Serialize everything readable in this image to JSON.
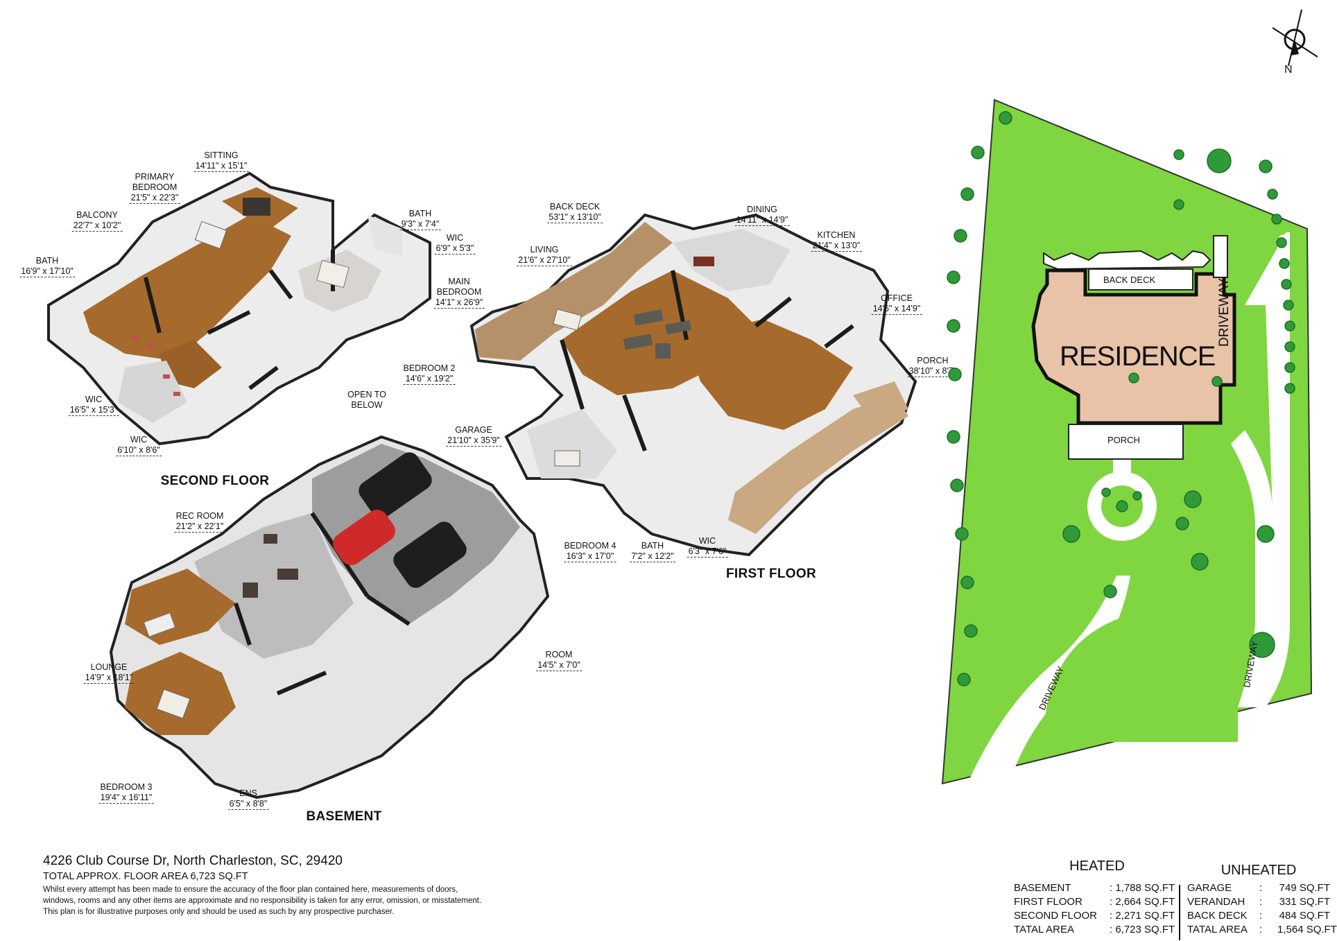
{
  "compass": {
    "label": "N"
  },
  "floors": {
    "second": {
      "title": "SECOND FLOOR"
    },
    "first": {
      "title": "FIRST FLOOR"
    },
    "basement": {
      "title": "BASEMENT"
    }
  },
  "rooms": {
    "sitting": {
      "name": "SITTING",
      "dim": "14'11\" x 15'1\""
    },
    "primary_bedroom": {
      "name1": "PRIMARY",
      "name2": "BEDROOM",
      "dim": "21'5\" x 22'3\""
    },
    "balcony": {
      "name": "BALCONY",
      "dim": "22'7\" x 10'2\""
    },
    "bath_2f": {
      "name": "BATH",
      "dim": "16'9\" x 17'10\""
    },
    "wic_2f_a": {
      "name": "WIC",
      "dim": "16'5\" x 15'3\""
    },
    "wic_2f_b": {
      "name": "WIC",
      "dim": "6'10\" x 8'6\""
    },
    "bath_2f_b": {
      "name": "BATH",
      "dim": "9'3\" x 7'4\""
    },
    "wic_2f_c": {
      "name": "WIC",
      "dim": "6'9\" x 5'3\""
    },
    "main_bedroom": {
      "name1": "MAIN",
      "name2": "BEDROOM",
      "dim": "14'1\" x 26'9\""
    },
    "bedroom2": {
      "name": "BEDROOM 2",
      "dim": "14'6\" x 19'2\""
    },
    "open_below": {
      "name1": "OPEN TO",
      "name2": "BELOW"
    },
    "back_deck": {
      "name": "BACK DECK",
      "dim": "53'1\" x 13'10\""
    },
    "dining": {
      "name": "DINING",
      "dim": "14'11\" x 14'9\""
    },
    "living": {
      "name": "LIVING",
      "dim": "21'6\" x 27'10\""
    },
    "kitchen": {
      "name": "KITCHEN",
      "dim": "21'4\" x 13'0\""
    },
    "office": {
      "name": "OFFICE",
      "dim": "14'6\" x 14'9\""
    },
    "porch": {
      "name": "PORCH",
      "dim": "38'10\" x 8'7\""
    },
    "bedroom4": {
      "name": "BEDROOM 4",
      "dim": "16'3\" x 17'0\""
    },
    "bath_1f": {
      "name": "BATH",
      "dim": "7'2\" x 12'2\""
    },
    "wic_1f": {
      "name": "WIC",
      "dim": "6'3\" x 7'6\""
    },
    "garage": {
      "name": "GARAGE",
      "dim": "21'10\" x 35'9\""
    },
    "rec_room": {
      "name": "REC ROOM",
      "dim": "21'2\" x 22'1\""
    },
    "lounge": {
      "name": "LOUNGE",
      "dim": "14'9\" x 18'1\""
    },
    "room": {
      "name": "ROOM",
      "dim": "14'5\" x 7'0\""
    },
    "bedroom3": {
      "name": "BEDROOM 3",
      "dim": "19'4\" x 16'11\""
    },
    "ens": {
      "name": "ENS",
      "dim": "6'5\" x 8'8\""
    }
  },
  "site": {
    "residence": "RESIDENCE",
    "back_deck": "BACK DECK",
    "porch": "PORCH",
    "driveway_right": "DRIVEWAY",
    "driveway_left": "DRIVEWAY",
    "driveway_mid": "DRIVEWAY",
    "lawn_color": "#7fd641",
    "residence_color": "#e8c3a8"
  },
  "footer": {
    "address": "4226 Club Course Dr, North Charleston, SC, 29420",
    "total": "TOTAL APPROX. FLOOR AREA 6,723 SQ.FT",
    "disclaimer1": "Whilst every attempt has been made to ensure the accuracy of the floor plan contained here, measurements of doors,",
    "disclaimer2": "windows, rooms and any other items are approximate and no responsibility is taken for any error, omission, or misstatement.",
    "disclaimer3": "This plan is for illustrative purposes only and should be used as such by any prospective purchaser."
  },
  "areas": {
    "heated": {
      "title": "HEATED",
      "rows": [
        {
          "label": "BASEMENT",
          "value": ": 1,788 SQ.FT"
        },
        {
          "label": "FIRST FLOOR",
          "value": ": 2,664 SQ.FT"
        },
        {
          "label": "SECOND FLOOR",
          "value": ": 2,271 SQ.FT"
        },
        {
          "label": "TATAL AREA",
          "value": ": 6,723 SQ.FT"
        }
      ]
    },
    "unheated": {
      "title": "UNHEATED",
      "rows": [
        {
          "label": "GARAGE",
          "sep": ":",
          "value": "749 SQ.FT"
        },
        {
          "label": "VERANDAH",
          "sep": ":",
          "value": "331 SQ.FT"
        },
        {
          "label": "BACK DECK",
          "sep": ":",
          "value": "484 SQ.FT"
        },
        {
          "label": "TATAL AREA",
          "sep": ":",
          "value": "1,564 SQ.FT"
        }
      ]
    }
  }
}
